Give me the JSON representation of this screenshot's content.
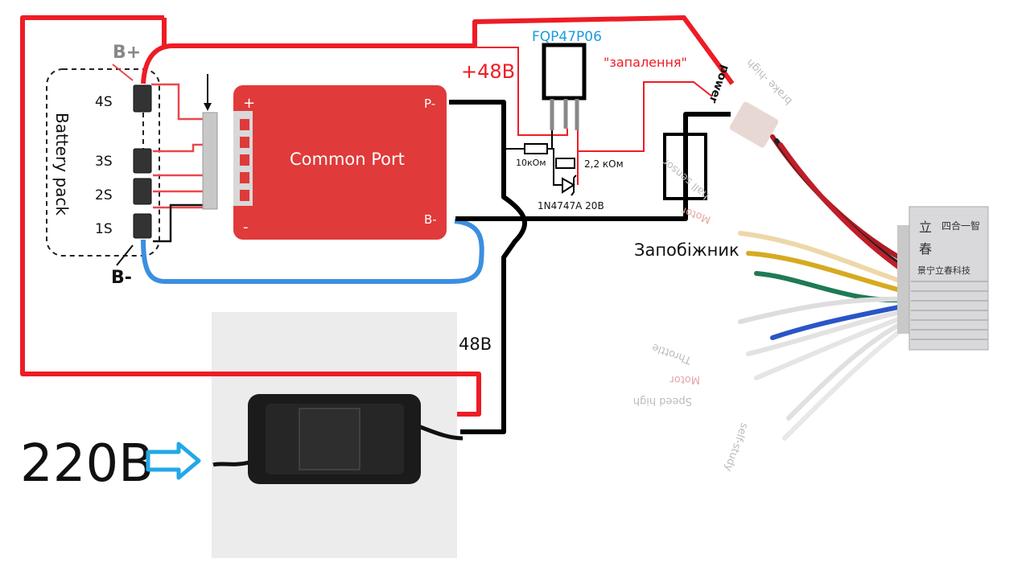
{
  "battery": {
    "title": "Battery pack",
    "b_plus": "B+",
    "b_minus": "B-",
    "cells": [
      "4S",
      "3S",
      "2S",
      "1S"
    ]
  },
  "bms": {
    "title": "Common Port",
    "plus": "+",
    "minus": "-",
    "p_minus": "P-",
    "b_minus": "B-",
    "color": "#e03a3a"
  },
  "circuit": {
    "transistor": "FQP47P06",
    "voltage_label": "+48B",
    "ignition_label": "\"запалення\"",
    "r1": "10кОм",
    "r2": "2,2 кОм",
    "zener": "1N4747A 20B",
    "fuse": "Запобіжник",
    "charge_voltage": "48B",
    "mains": "220B"
  },
  "controller": {
    "labels": [
      "power",
      "brake -high",
      "hall sensor",
      "Motor",
      "Throttle",
      "Motor",
      "Speed high",
      "self-study"
    ],
    "chinese_big": [
      "立",
      "春"
    ],
    "chinese_header": "四合一智",
    "chinese_footer": "景宁立春科技"
  },
  "colors": {
    "red_wire": "#ee1c25",
    "black_wire": "#000000",
    "blue_wire": "#3b8fe0",
    "label_blue": "#1a9be0",
    "arrow_blue": "#22a8e8"
  }
}
